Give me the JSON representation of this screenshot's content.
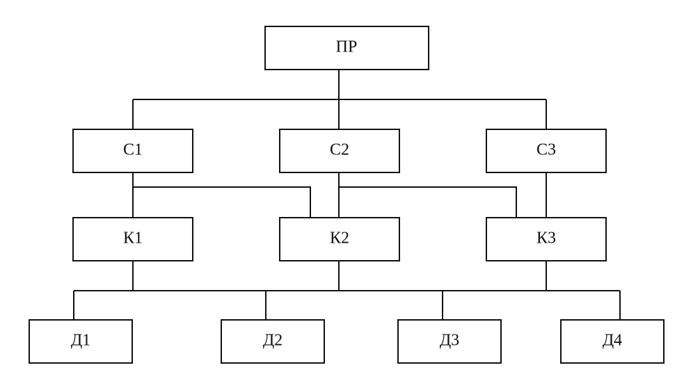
{
  "diagram": {
    "nodes": {
      "pr": "ПР",
      "c1": "С1",
      "c2": "С2",
      "c3": "С3",
      "k1": "К1",
      "k2": "К2",
      "k3": "К3",
      "d1": "Д1",
      "d2": "Д2",
      "d3": "Д3",
      "d4": "Д4"
    }
  }
}
